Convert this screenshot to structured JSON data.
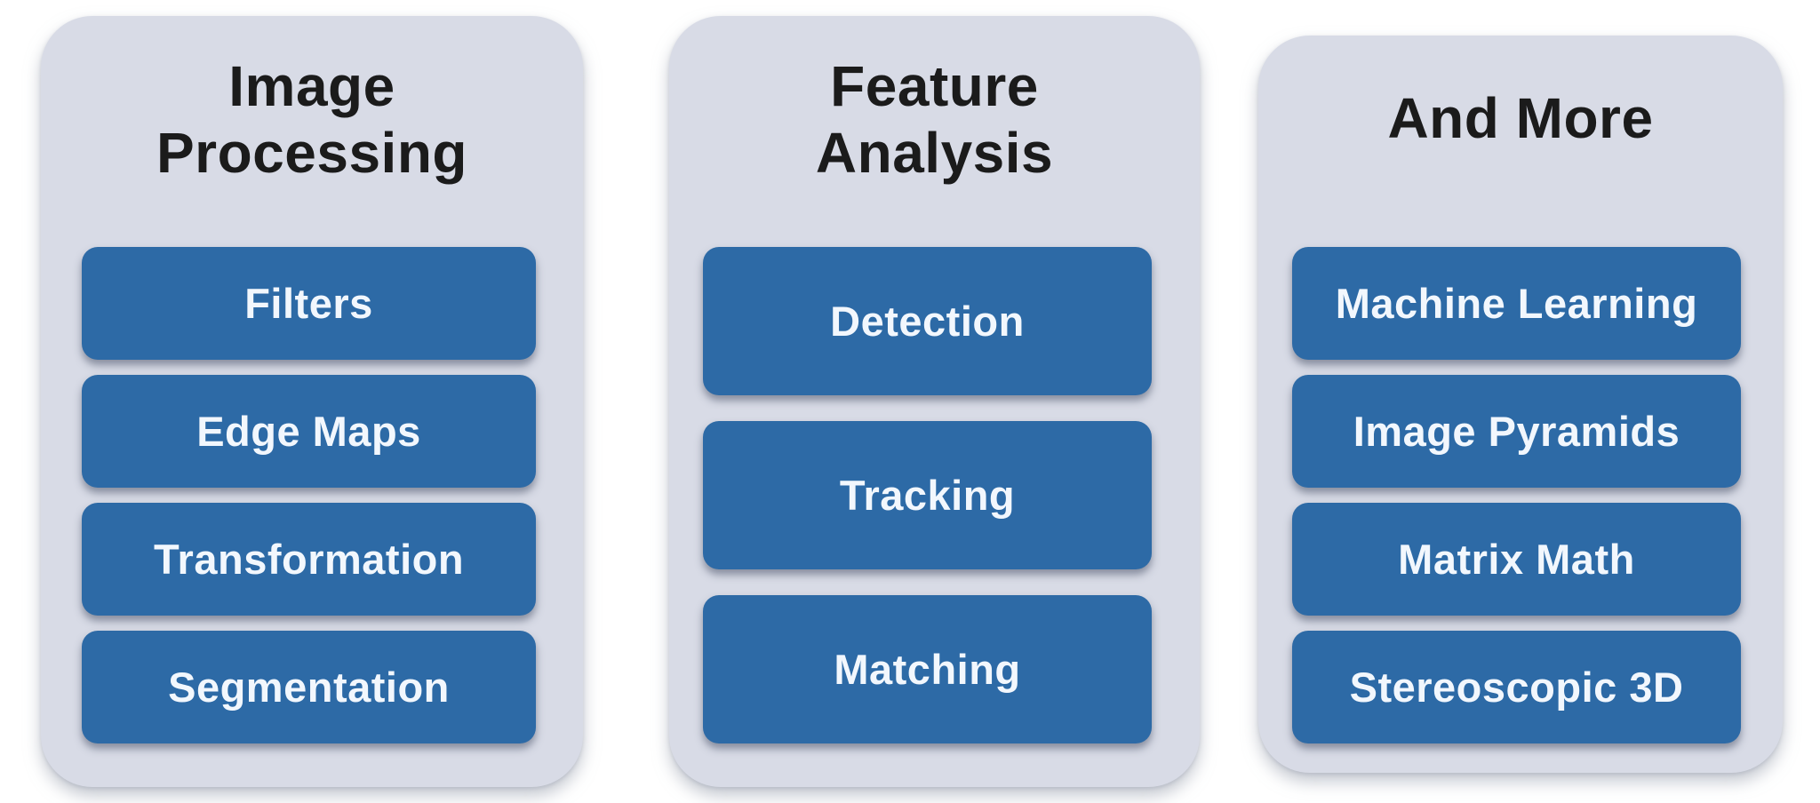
{
  "diagram": {
    "description": "Three-column capability diagram with rounded container panels and blue rounded-rectangle nodes",
    "colors": {
      "page_background": "#ffffff",
      "panel_background": "#d8dbe6",
      "node_background": "#2d6aa6",
      "node_text": "#f2f7fd",
      "title_text": "#1b1b1b"
    },
    "columns": [
      {
        "title": "Image Processing",
        "title_lines": [
          "Image",
          "Processing"
        ],
        "items": [
          "Filters",
          "Edge Maps",
          "Transformation",
          "Segmentation"
        ]
      },
      {
        "title": "Feature Analysis",
        "title_lines": [
          "Feature",
          "Analysis"
        ],
        "items": [
          "Detection",
          "Tracking",
          "Matching"
        ]
      },
      {
        "title": "And More",
        "title_lines": [
          "And More"
        ],
        "items": [
          "Machine Learning",
          "Image Pyramids",
          "Matrix Math",
          "Stereoscopic 3D"
        ]
      }
    ]
  }
}
